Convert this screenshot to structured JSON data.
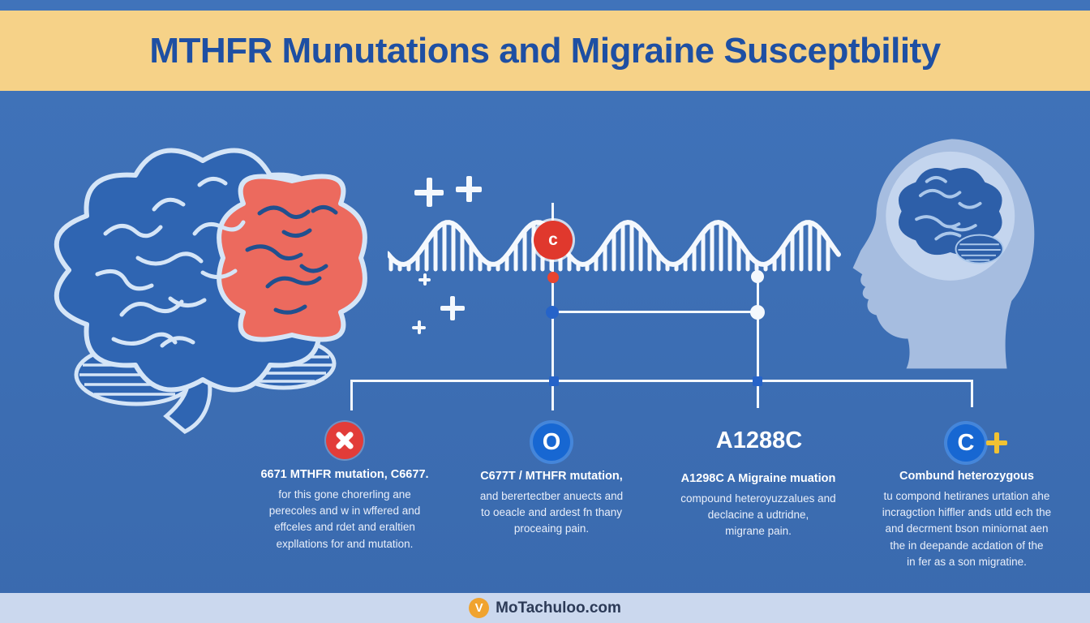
{
  "header": {
    "title": "MTHFR Munutations and Migraine Susceptbility"
  },
  "diagram": {
    "marker_letter": "c",
    "gene_label": "A1288C"
  },
  "columns": [
    {
      "icon": "x-circle-icon",
      "heading": "6671 MTHFR mutation, C6677.",
      "lines": [
        "for this gone chorerling ane",
        "perecoles and w in wffered and",
        "effceles and rdet and eraltien",
        "expllations for and mutation."
      ]
    },
    {
      "icon": "o-circle-icon",
      "icon_letter": "O",
      "heading": "C677T / MTHFR mutation,",
      "lines": [
        "and berertectber anuects and",
        "to oeacle and ardest fn thany",
        "proceaing pain."
      ]
    },
    {
      "icon": "gene-label",
      "label": "A1288C",
      "heading": "A1298C A Migraine muation",
      "lines": [
        "compound heteroyuzzalues and",
        "declacine a udtridne,",
        "migrane pain."
      ]
    },
    {
      "icon": "c-plus-circle-icon",
      "icon_letter": "C",
      "heading": "Combund heterozygous",
      "lines": [
        "tu compond hetiranes urtation ahe",
        "incragction hiffler ands utld ech the",
        "and decrment bson miniornat aen",
        "the in deepande acdation of the",
        "in fer as a son migratine."
      ]
    }
  ],
  "footer": {
    "brand": "MoTachuloo.com",
    "icon_letter": "V"
  },
  "colors": {
    "background": "#3d6fb5",
    "banner": "#f6d288",
    "title": "#1e4fa3",
    "accent_red": "#e23c39",
    "accent_blue": "#1767d2",
    "accent_yellow": "#f1c232",
    "footer_band": "#cbd8ee",
    "text": "#e9effa"
  }
}
